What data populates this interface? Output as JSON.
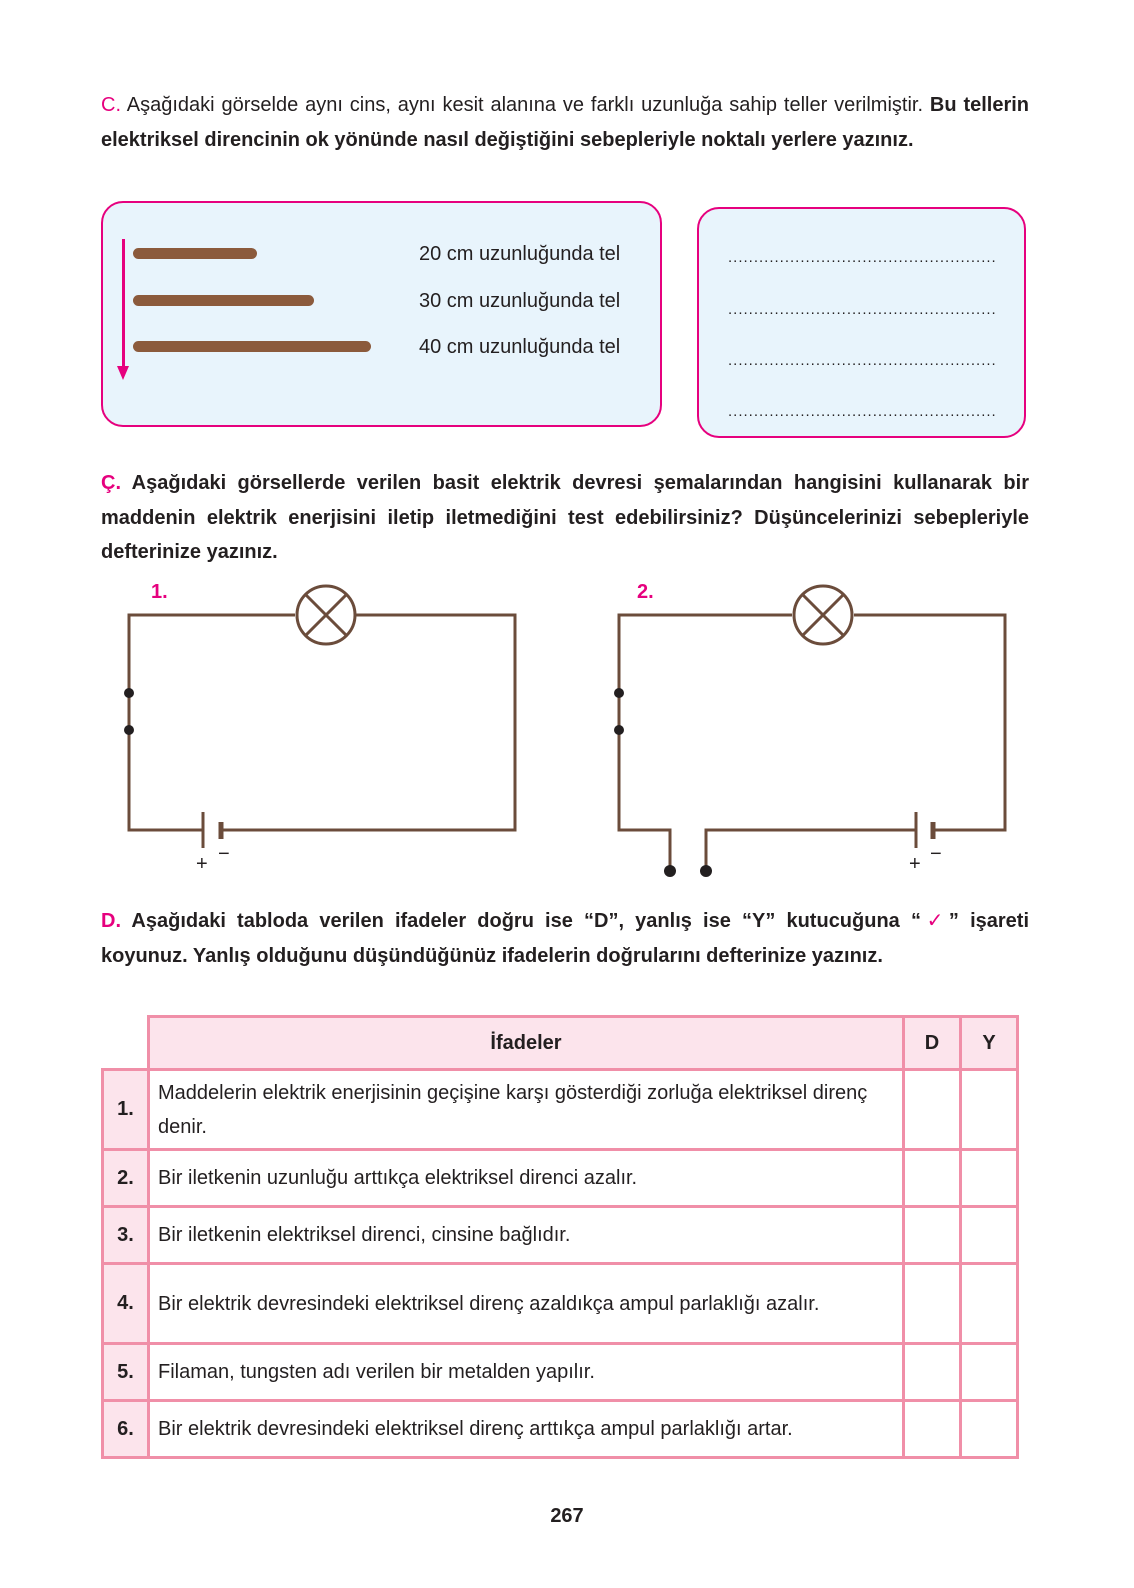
{
  "section_c": {
    "letter": "C.",
    "text_normal": "Aşağıdaki görselde aynı cins, aynı kesit alanına ve farklı uzunluğa sahip teller verilmiştir.",
    "text_bold": "Bu tellerin elektriksel direncinin ok yönünde nasıl değiştiğini sebepleriyle noktalı yerlere yazınız.",
    "wires": [
      {
        "label": "20 cm uzunluğunda tel"
      },
      {
        "label": "30 cm uzunluğunda tel"
      },
      {
        "label": "40 cm uzunluğunda tel"
      }
    ],
    "answer_dots": [
      "..............................................................",
      "..............................................................",
      "..............................................................",
      ".............................................................."
    ]
  },
  "section_cc": {
    "letter": "Ç.",
    "text_bold": "Aşağıdaki görsellerde verilen basit elektrik devresi şemalarından hangisini kullanarak bir maddenin elektrik enerjisini iletip iletmediğini test edebilirsiniz? Düşüncelerinizi sebepleriyle defterinize yazınız.",
    "circuits": [
      {
        "number": "1.",
        "plus": "+",
        "minus": "−"
      },
      {
        "number": "2.",
        "plus": "+",
        "minus": "−"
      }
    ]
  },
  "section_d": {
    "letter": "D.",
    "text_part1": "Aşağıdaki tabloda verilen ifadeler doğru ise “D”, yanlış ise “Y” kutucuğuna “",
    "check_mark": "✓",
    "text_part2": "” işareti koyunuz. Yanlış olduğunu düşündüğünüz ifadelerin doğrularını defterinize yazınız.",
    "table": {
      "headers": {
        "statements": "İfadeler",
        "d": "D",
        "y": "Y"
      },
      "rows": [
        {
          "num": "1.",
          "text": "Maddelerin elektrik enerjisinin geçişine karşı gösterdiği zorluğa elektriksel direnç denir."
        },
        {
          "num": "2.",
          "text": "Bir iletkenin uzunluğu arttıkça elektriksel direnci azalır."
        },
        {
          "num": "3.",
          "text": "Bir iletkenin elektriksel direnci, cinsine bağlıdır."
        },
        {
          "num": "4.",
          "text": "Bir elektrik devresindeki elektriksel direnç azaldıkça ampul parlaklığı azalır."
        },
        {
          "num": "5.",
          "text": "Filaman, tungsten adı verilen bir metalden yapılır."
        },
        {
          "num": "6.",
          "text": "Bir elektrik devresindeki elektriksel direnç arttıkça ampul parlaklığı artar."
        }
      ]
    }
  },
  "page_number": "267",
  "colors": {
    "accent": "#e6007e",
    "wire": "#8b5a3c",
    "circuit": "#6b4c3b",
    "box_bg": "#e8f4fc",
    "table_border": "#f08fa8",
    "table_header_bg": "#fce4ec"
  }
}
